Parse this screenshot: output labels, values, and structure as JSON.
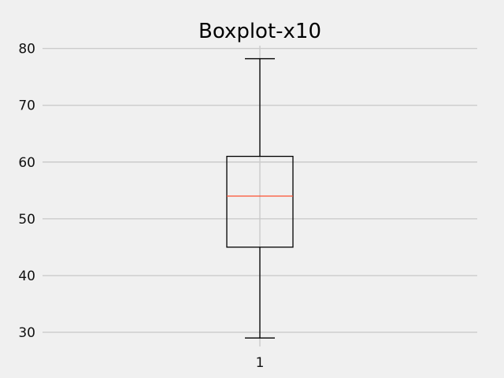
{
  "chart_data": {
    "type": "box",
    "title": "Boxplot-x10",
    "xlabel": "",
    "ylabel": "",
    "categories": [
      "1"
    ],
    "boxes": [
      {
        "label": "1",
        "whislo": 29,
        "q1": 45,
        "median": 54,
        "q3": 61,
        "whishi": 78.2
      }
    ],
    "ylim": [
      27.5,
      80.5
    ],
    "yticks": [
      30,
      40,
      50,
      60,
      70,
      80
    ],
    "grid": true,
    "style": "fivethirtyeight",
    "colors": {
      "background": "#f0f0f0",
      "grid": "#cbcbcb",
      "median": "#fc4f30",
      "box": "#000000"
    }
  }
}
